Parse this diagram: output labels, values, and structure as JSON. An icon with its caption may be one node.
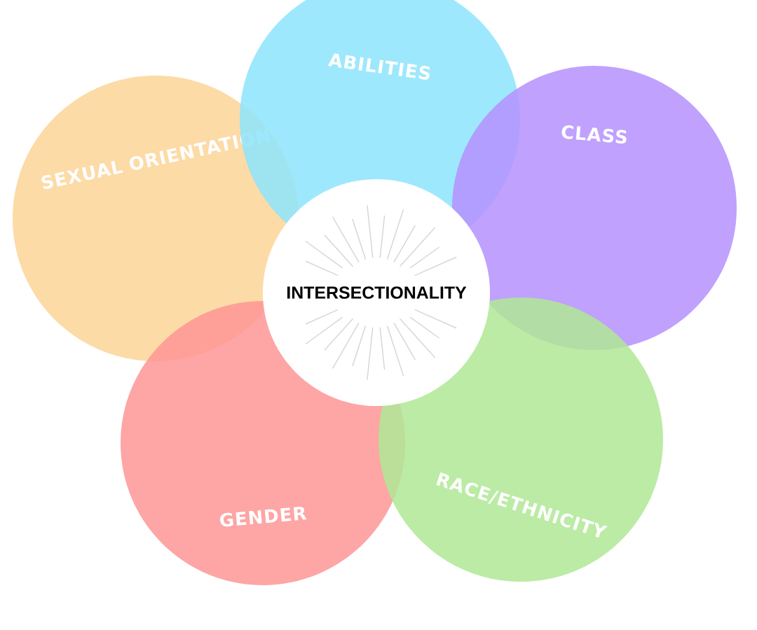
{
  "diagram": {
    "nodes": [
      {
        "text": [
          "ABILITIES"
        ]
      },
      {
        "text": [
          "SEXUAL ORIENTATION"
        ]
      },
      {
        "text": [
          "CLASS"
        ]
      },
      {
        "text": [
          "INTERSECTIONALITY"
        ]
      },
      {
        "text": [
          "GENDER"
        ]
      },
      {
        "text": [
          "RACE/ETHNICITY"
        ]
      }
    ]
  }
}
